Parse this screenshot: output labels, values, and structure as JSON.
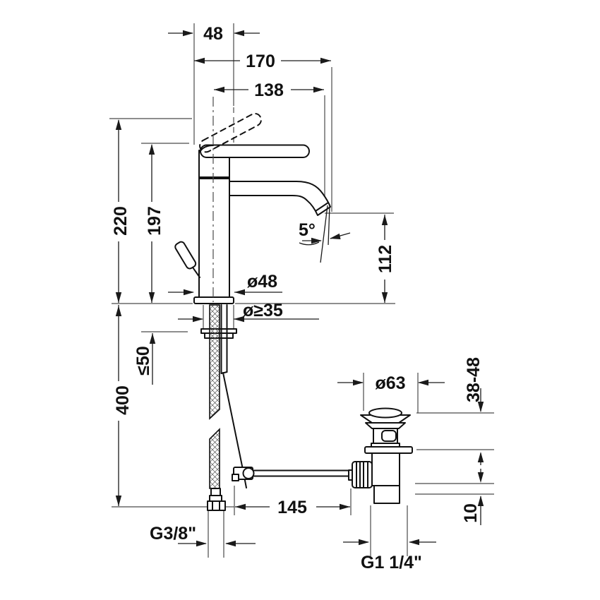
{
  "colors": {
    "line": "#111111",
    "thin_line": "#4a4a4a",
    "dimension": "#1a1a1a",
    "background": "#ffffff"
  },
  "drawing": {
    "type": "single-lever basin mixer installation dimension drawing",
    "dimensions": {
      "top_offset": "48",
      "spout_projection": "170",
      "spout_reach": "138",
      "total_height": "220",
      "spout_base_height": "197",
      "body_diameter": "ø48",
      "spout_angle": "5°",
      "outlet_height": "112",
      "hole_diameter": "ø≥35",
      "max_deck_thickness": "≤50",
      "supply_hose_length": "400",
      "waste_flange_diameter": "ø63",
      "waste_adjust_range": "38-48",
      "rod_to_waste": "145",
      "waste_clearance": "10",
      "supply_thread": "G3/8\"",
      "waste_thread": "G1 1/4\""
    }
  }
}
